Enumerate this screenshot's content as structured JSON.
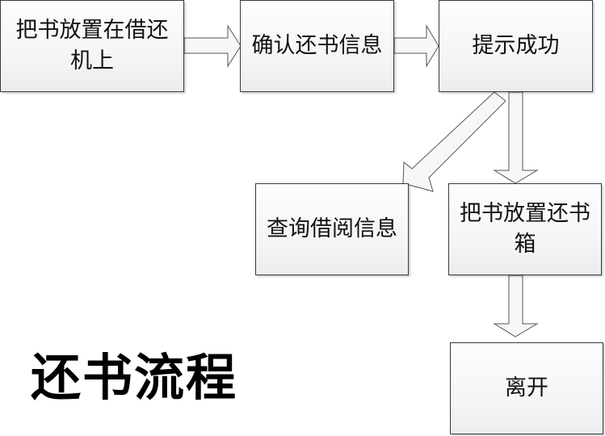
{
  "diagram": {
    "title": "还书流程",
    "nodes": [
      {
        "id": "place-on-machine",
        "label": "把书放置在借还机上"
      },
      {
        "id": "confirm-return-info",
        "label": "确认还书信息"
      },
      {
        "id": "prompt-success",
        "label": "提示成功"
      },
      {
        "id": "query-borrow-info",
        "label": "查询借阅信息"
      },
      {
        "id": "place-in-return-box",
        "label": "把书放置还书箱"
      },
      {
        "id": "leave",
        "label": "离开"
      }
    ],
    "edges": [
      {
        "from": "place-on-machine",
        "to": "confirm-return-info"
      },
      {
        "from": "confirm-return-info",
        "to": "prompt-success"
      },
      {
        "from": "prompt-success",
        "to": "query-borrow-info"
      },
      {
        "from": "prompt-success",
        "to": "place-in-return-box"
      },
      {
        "from": "place-in-return-box",
        "to": "leave"
      }
    ],
    "colors": {
      "box_border": "#3a3a3a",
      "box_fill": "#f4f4f4",
      "arrow_fill": "#f7f7f7",
      "arrow_stroke": "#555555"
    }
  }
}
